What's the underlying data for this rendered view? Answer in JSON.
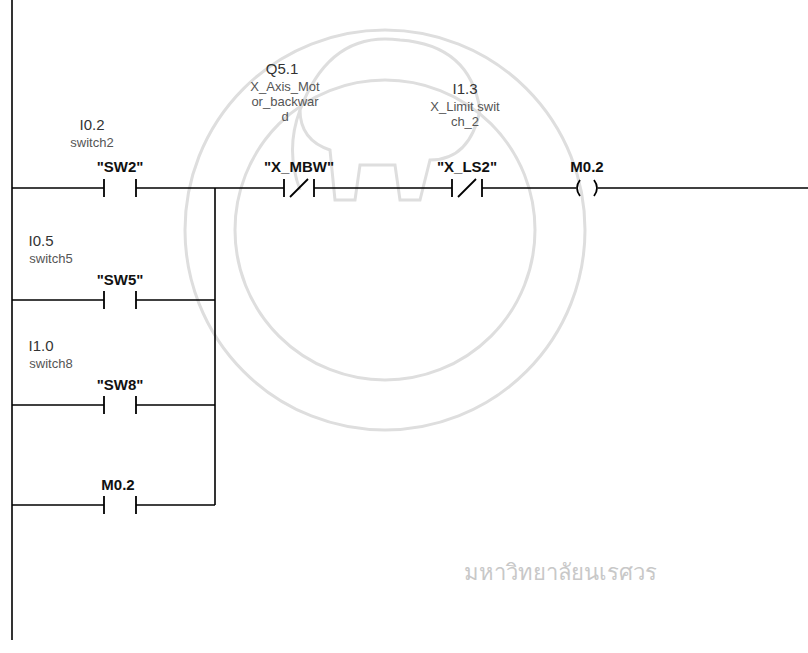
{
  "diagram": {
    "labels": [
      "I0.2",
      "switch2",
      "\"SW2\"",
      "Q5.1",
      "X_Axis_Motor_backward",
      "\"X_MBW\"",
      "I1.3",
      "X_Limit switch_2",
      "\"X_LS2\"",
      "M0.2",
      "I0.5",
      "switch5",
      "\"SW5\"",
      "I1.0",
      "switch8",
      "\"SW8\"",
      "M0.2",
      "มหาวิทยาลัยนเรศวร"
    ]
  }
}
